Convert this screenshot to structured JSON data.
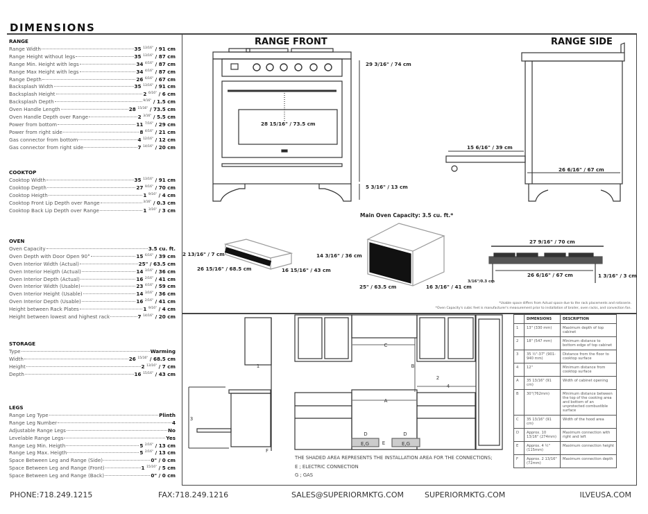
{
  "title": "DIMENSIONS",
  "sections": [
    {
      "id": "range",
      "heading": "RANGE",
      "rows": [
        {
          "label": "Range Width",
          "whole": "35",
          "frac": "13/16\"",
          "cm": " / 91 cm"
        },
        {
          "label": "Range Height without legs",
          "whole": "35",
          "frac": "13/16\"",
          "cm": " / 87 cm"
        },
        {
          "label": "Range Min. Height with legs",
          "whole": "34",
          "frac": "4/16\"",
          "cm": " / 87 cm"
        },
        {
          "label": "Range Max Height with legs",
          "whole": "34",
          "frac": "4/16\"",
          "cm": " / 87 cm"
        },
        {
          "label": "Range Depth",
          "whole": "26",
          "frac": "6/16\"",
          "cm": " / 67 cm"
        },
        {
          "label": "Backsplash Width",
          "whole": "35",
          "frac": "13/16\"",
          "cm": " / 91 cm"
        },
        {
          "label": "Backsplash Height",
          "whole": "2",
          "frac": "6/16\"",
          "cm": " / 6 cm"
        },
        {
          "label": "Backsplash Depth",
          "whole": "",
          "frac": "9/16\"",
          "cm": " / 1.5 cm"
        },
        {
          "label": "Oven Handle Length",
          "whole": "28",
          "frac": "15/16\"",
          "cm": " / 73.5 cm"
        },
        {
          "label": "Oven Handle Depth over Range",
          "whole": "2",
          "frac": "3/16\"",
          "cm": " / 5.5 cm"
        },
        {
          "label": "Power from bottom",
          "whole": "11",
          "frac": "7/16\"",
          "cm": " / 29 cm"
        },
        {
          "label": "Power from right side",
          "whole": "8",
          "frac": "4/16\"",
          "cm": " / 21 cm"
        },
        {
          "label": "Gas connector from bottom",
          "whole": "4",
          "frac": "12/16\"",
          "cm": " / 12 cm"
        },
        {
          "label": "Gas connector from right side",
          "whole": "7",
          "frac": "14/16\"",
          "cm": " / 20 cm"
        }
      ]
    },
    {
      "id": "cooktop",
      "heading": "COOKTOP",
      "rows": [
        {
          "label": "Cooktop Width",
          "whole": "35",
          "frac": "13/16\"",
          "cm": " / 91 cm"
        },
        {
          "label": "Cooktop Depth",
          "whole": "27",
          "frac": "9/16\"",
          "cm": " / 70 cm"
        },
        {
          "label": "Cooktop Heigth",
          "whole": "1",
          "frac": "9/16\"",
          "cm": " / 4 cm"
        },
        {
          "label": "Cooktop Front Lip Depth over Range",
          "whole": "",
          "frac": "3/16\"",
          "cm": " / 0.3 cm"
        },
        {
          "label": "Cooktop Back Lip Depth over Range",
          "whole": "1",
          "frac": "3/16\"",
          "cm": " / 3 cm"
        }
      ]
    },
    {
      "id": "oven",
      "heading": "OVEN",
      "rows": [
        {
          "label": "Oven Capacity",
          "whole": "3.5 cu. ft.",
          "frac": "",
          "cm": ""
        },
        {
          "label": "Oven Depth with Door Open 90°",
          "whole": "15",
          "frac": "6/16\"",
          "cm": " / 39 cm"
        },
        {
          "label": "Oven Interior Width (Actual)",
          "whole": "25\"",
          "frac": "",
          "cm": " / 63.5 cm"
        },
        {
          "label": "Oven Interior Heigth (Actual)",
          "whole": "14",
          "frac": "3/16\"",
          "cm": " / 36 cm"
        },
        {
          "label": "Oven Interior Depth (Actual)",
          "whole": "16",
          "frac": "2/16\"",
          "cm": " / 41 cm"
        },
        {
          "label": "Oven Interior Width (Usable)",
          "whole": "23",
          "frac": "4/16\"",
          "cm": " / 59 cm"
        },
        {
          "label": "Oven Interior Height (Usable)",
          "whole": "14",
          "frac": "3/16\"",
          "cm": " / 36 cm"
        },
        {
          "label": "Oven Interior Depth (Usable)",
          "whole": "16",
          "frac": "2/16\"",
          "cm": " / 41 cm"
        },
        {
          "label": "Height between Rack Plates",
          "whole": "1",
          "frac": "9/16\"",
          "cm": " / 4 cm"
        },
        {
          "label": "Height between lowest and highest rack",
          "whole": "7",
          "frac": "14/16\"",
          "cm": " / 20 cm"
        }
      ]
    },
    {
      "id": "storage",
      "heading": "STORAGE",
      "rows": [
        {
          "label": "Type",
          "whole": "Warming",
          "frac": "",
          "cm": ""
        },
        {
          "label": "Width",
          "whole": "26",
          "frac": "15/16\"",
          "cm": " / 68.5 cm"
        },
        {
          "label": "Height",
          "whole": "2",
          "frac": "13/16\"",
          "cm": " / 7 cm"
        },
        {
          "label": "Depth",
          "whole": "16",
          "frac": "15/16\"",
          "cm": " / 43 cm"
        }
      ]
    },
    {
      "id": "legs",
      "heading": "LEGS",
      "rows": [
        {
          "label": "Range Leg Type",
          "whole": "Plinth",
          "frac": "",
          "cm": ""
        },
        {
          "label": "Range Leg Number",
          "whole": "4",
          "frac": "",
          "cm": ""
        },
        {
          "label": "Adjustable Range Legs",
          "whole": "No",
          "frac": "",
          "cm": ""
        },
        {
          "label": "Levelable Range Legs",
          "whole": "Yes",
          "frac": "",
          "cm": ""
        },
        {
          "label": "Range Leg Min. Heigth",
          "whole": "5",
          "frac": "2/16\"",
          "cm": " / 13 cm"
        },
        {
          "label": "Range Leg Max. Heigth",
          "whole": "5",
          "frac": "2/16\"",
          "cm": " / 13 cm"
        },
        {
          "label": "Space Between Leg and Range (Side)",
          "whole": "0\"",
          "frac": "",
          "cm": " / 0 cm"
        },
        {
          "label": "Space Between Leg and Range (Front)",
          "whole": "1",
          "frac": "15/16\"",
          "cm": " / 5 cm"
        },
        {
          "label": "Space Between Leg and Range (Back)",
          "whole": "0\"",
          "frac": "",
          "cm": " / 0 cm"
        }
      ]
    }
  ],
  "drawings": {
    "front_title": "RANGE FRONT",
    "side_title": "RANGE SIDE",
    "front_height": "29 3/16\" / 74 cm",
    "front_leg": "5 3/16\" / 13 cm",
    "front_handle": "28 15/16\" / 73.5 cm",
    "side_door": "15 6/16\" / 39 cm",
    "side_depth": "26 6/16\" / 67 cm",
    "oven_capacity": "Main Oven Capacity: 3.5 cu. ft.*",
    "drawer_h": "2 13/16\" / 7 cm",
    "drawer_w": "26 15/16\" / 68.5 cm",
    "drawer_d": "16 15/16\" / 43 cm",
    "oven_h": "14 3/16\" / 36 cm",
    "oven_w": "25\" / 63.5 cm",
    "oven_d": "16 3/16\" / 41 cm",
    "cook_depth": "27 9/16\" / 70 cm",
    "cook_inner": "26 6/16\" / 67 cm",
    "cook_front": "3/16\"/0.3 cm",
    "cook_back": "1 3/16\" / 3 cm",
    "note1": "*Usable space differs from Actual space due to the rack placements and rotisserie.",
    "note2": "*Oven Capacity's cubic feet is manufacturer's measurement prior to installation of broiler, oven racks, and convection fan."
  },
  "install": {
    "markers": {
      "one": "1",
      "two": "2",
      "three": "3",
      "four": "4",
      "A": "A",
      "B": "B",
      "C": "C",
      "D": "D",
      "E": "E",
      "F": "F",
      "EG": "E,G"
    },
    "caption": "THE SHADED AREA REPRESENTS THE INSTALLATION AREA FOR THE CONNECTIONS;",
    "legend_e": "E ; ELECTRIC CONNECTION",
    "legend_g": "G ; GAS"
  },
  "table": {
    "headers": [
      "",
      "DIMENSIONS",
      "DESCRIPTION"
    ],
    "rows": [
      [
        "1",
        "13\" (330 mm)",
        "Maximum depth of top cabinet"
      ],
      [
        "2",
        "18\" (547 mm)",
        "Minimum distance to bottom edge of top cabinet"
      ],
      [
        "3",
        "35 ½\"-37\" (901-940 mm)",
        "Distance from the floor to cooktop surface"
      ],
      [
        "4",
        "12\"",
        "Minimum distance from cooktop surface"
      ],
      [
        "A",
        "35 13/16\" (91 cm)",
        "Width of cabinet opening"
      ],
      [
        "B",
        "30\"(762mm)",
        "Minimum distance between the top of the cooking area and bottom of an unprotected combustible surface"
      ],
      [
        "C",
        "35 13/16\" (91 cm)",
        "Width of the hood area"
      ],
      [
        "D",
        "Approx. 10 13/16\" (274mm)",
        "Maximum connection with right and left"
      ],
      [
        "E",
        "Approx. 4 ½\" (115mm)",
        "Maximum connection height"
      ],
      [
        "F",
        "Approx. 2 13/16\" (72mm)",
        "Maximum connection depth"
      ]
    ]
  },
  "footer": {
    "phone": "PHONE:718.249.1215",
    "fax": "FAX:718.249.1216",
    "email": "SALES@SUPERIORMKTG.COM",
    "site": "SUPERIORMKTG.COM",
    "brand_site": "ILVEUSA.COM"
  }
}
